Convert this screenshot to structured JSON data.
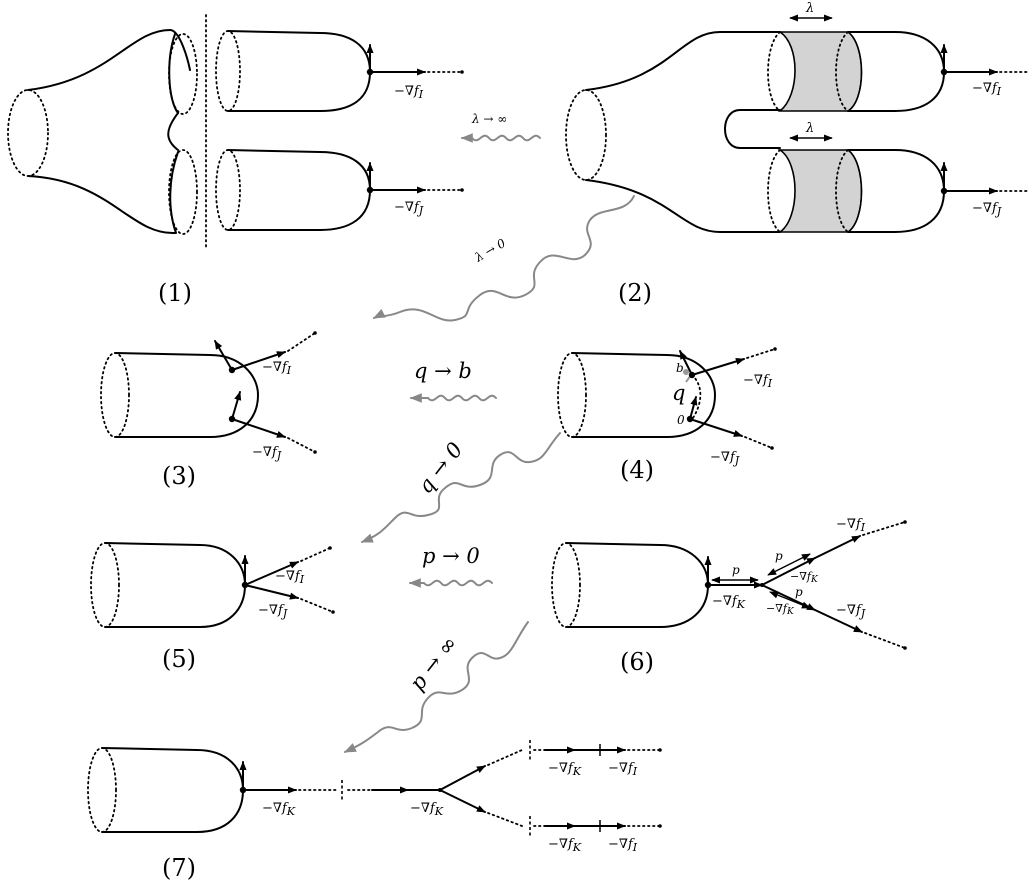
{
  "panels": {
    "p1": "(1)",
    "p2": "(2)",
    "p3": "(3)",
    "p4": "(4)",
    "p5": "(5)",
    "p6": "(6)",
    "p7": "(7)"
  },
  "limits": {
    "lambda_inf": "λ → ∞",
    "lambda_zero": "λ → 0",
    "q_b": "q → b",
    "q_zero": "q → 0",
    "p_zero": "p → 0",
    "p_inf": "p → ∞"
  },
  "symbols": {
    "grad_fI": "−∇f",
    "sub_I": "I",
    "sub_J": "J",
    "sub_K": "K",
    "lambda": "λ",
    "q": "q",
    "b": "b",
    "zero": "0",
    "p": "p"
  }
}
